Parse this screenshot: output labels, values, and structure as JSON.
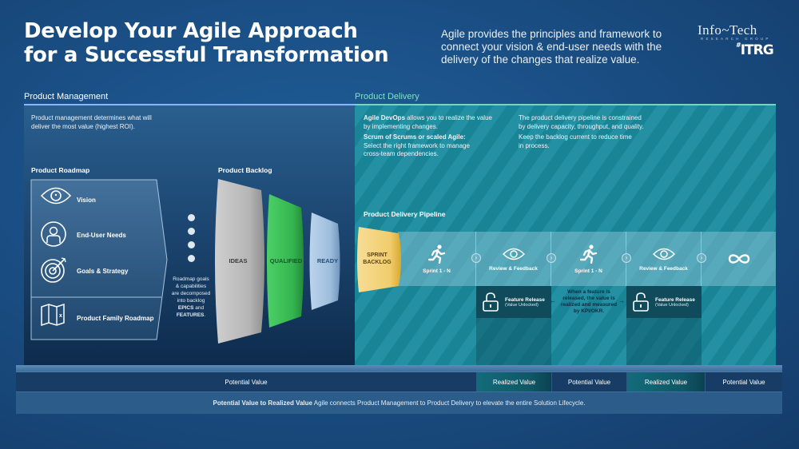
{
  "header": {
    "title_line1": "Develop Your Agile Approach",
    "title_line2": "for a Successful Transformation",
    "subtitle": "Agile provides the principles and framework to connect your vision & end-user needs with the delivery of the changes that realize value.",
    "logo": "Info~Tech",
    "logo_sub": "RESEARCH GROUP",
    "logo_tag": "ITRG",
    "logo_hash": "#"
  },
  "colors": {
    "pm_line": "#8fb2ff",
    "pd_line": "#6fd8c0",
    "pd_label": "#7fe3c8",
    "ideas": "#b9b9b9",
    "qualified": "#3fbf5a",
    "ready": "#a9c7e6",
    "sprint_backlog": "#f2d27a"
  },
  "product_management": {
    "label": "Product Management",
    "description_line1": "Product management determines what will",
    "description_line2": "deliver the most value (highest ROI).",
    "roadmap": {
      "heading": "Product Roadmap",
      "items": [
        {
          "label": "Vision",
          "icon": "eye-icon"
        },
        {
          "label": "End-User Needs",
          "icon": "user-icon"
        },
        {
          "label": "Goals & Strategy",
          "icon": "target-icon"
        },
        {
          "label": "Product Family Roadmap",
          "icon": "map-icon"
        }
      ]
    },
    "decompose_note": {
      "line1": "Roadmap goals",
      "line2": "& capabilities",
      "line3": "are decomposed",
      "line4": "into backlog",
      "epics": "EPICS",
      "and": " and",
      "features": "FEATURES",
      "period": "."
    },
    "backlog": {
      "heading": "Product Backlog",
      "stages": [
        "IDEAS",
        "QUALIFIED",
        "READY"
      ]
    }
  },
  "product_delivery": {
    "label": "Product Delivery",
    "col1": {
      "devops_bold": "Agile DevOps",
      "devops_rest1": " allows you to realize the value",
      "devops_rest2": "by implementing changes.",
      "scrum_bold": "Scrum of Scrums or scaled Agile:",
      "scrum_line1": "Select the right framework to manage",
      "scrum_line2": "cross-team dependencies."
    },
    "col2": {
      "line1": "The product delivery pipeline is constrained",
      "line2": "by delivery capacity, throughput, and quality.",
      "line3": "Keep the backlog current to reduce time",
      "line4": "in process."
    },
    "pipeline": {
      "heading": "Product Delivery Pipeline",
      "sprint_backlog_line1": "SPRINT",
      "sprint_backlog_line2": "BACKLOG",
      "cells": [
        {
          "label": "Sprint 1 - N",
          "icon": "running-person-icon"
        },
        {
          "label": "Review & Feedback",
          "icon": "eye-icon"
        },
        {
          "label": "Sprint 1 - N",
          "icon": "running-person-icon"
        },
        {
          "label": "Review & Feedback",
          "icon": "eye-icon"
        },
        {
          "label": "",
          "icon": "infinity-icon"
        }
      ],
      "feature_release": {
        "title": "Feature Release",
        "sub": "(Value Unlocked)"
      },
      "kpi_note": {
        "line1": "When a feature is",
        "line2": "released, the value is",
        "line3": "realized and measured",
        "line4": "by KPI/OKR."
      }
    }
  },
  "value_bar": {
    "cells": [
      "Potential Value",
      "Realized Value",
      "Potential Value",
      "Realized Value",
      "Potential Value"
    ]
  },
  "footer": {
    "bold": "Potential Value to Realized Value",
    "rest": " Agile connects Product Management to Product Delivery to elevate the entire Solution Lifecycle."
  }
}
